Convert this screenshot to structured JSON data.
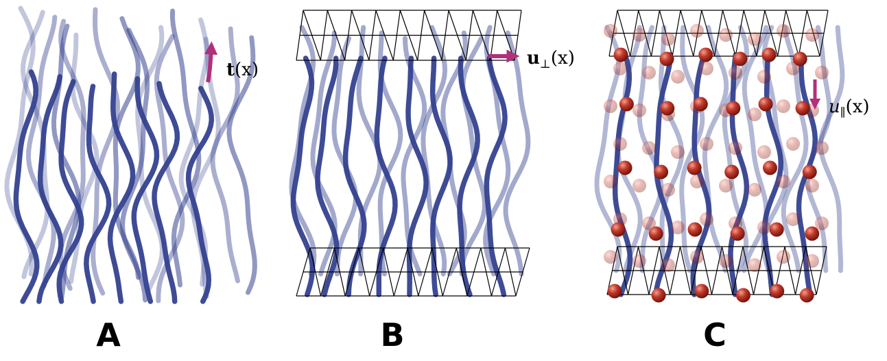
{
  "panels": [
    {
      "label": "A",
      "annotation": {
        "symbol": "t",
        "sub": "",
        "arg": "(x)",
        "bold": true
      }
    },
    {
      "label": "B",
      "annotation": {
        "symbol": "u",
        "sub": "⊥",
        "arg": "(x)",
        "bold": true
      }
    },
    {
      "label": "C",
      "annotation": {
        "symbol": "u",
        "sub": "∥",
        "arg": "(x)",
        "bold": false
      }
    }
  ],
  "colors": {
    "fiber": "#34418f",
    "arrow": "#b0307a",
    "bead": "#a82a1c",
    "grid": "#000000"
  }
}
